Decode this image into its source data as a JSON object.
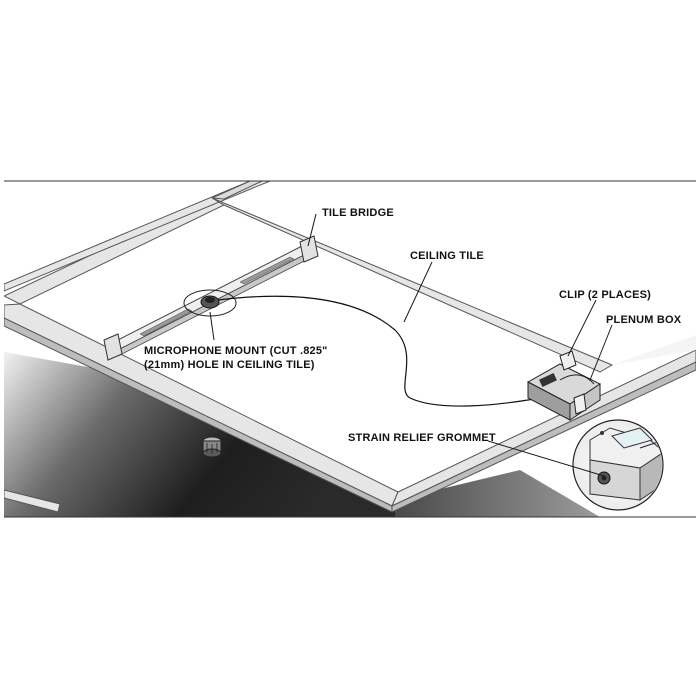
{
  "labels": {
    "tile_bridge": "TILE BRIDGE",
    "ceiling_tile": "CEILING TILE",
    "clip": "CLIP (2 PLACES)",
    "plenum_box": "PLENUM BOX",
    "mic_mount_line1": "MICROPHONE MOUNT (CUT .825\"",
    "mic_mount_line2": "(21mm) HOLE IN CEILING TILE)",
    "strain_relief": "STRAIN RELIEF GROMMET"
  },
  "colors": {
    "frame": "#555555",
    "grid_fill": "#e6e6e6",
    "tile_fill": "#ffffff",
    "shadow": "#2a2a2a",
    "cable": "#111111"
  }
}
